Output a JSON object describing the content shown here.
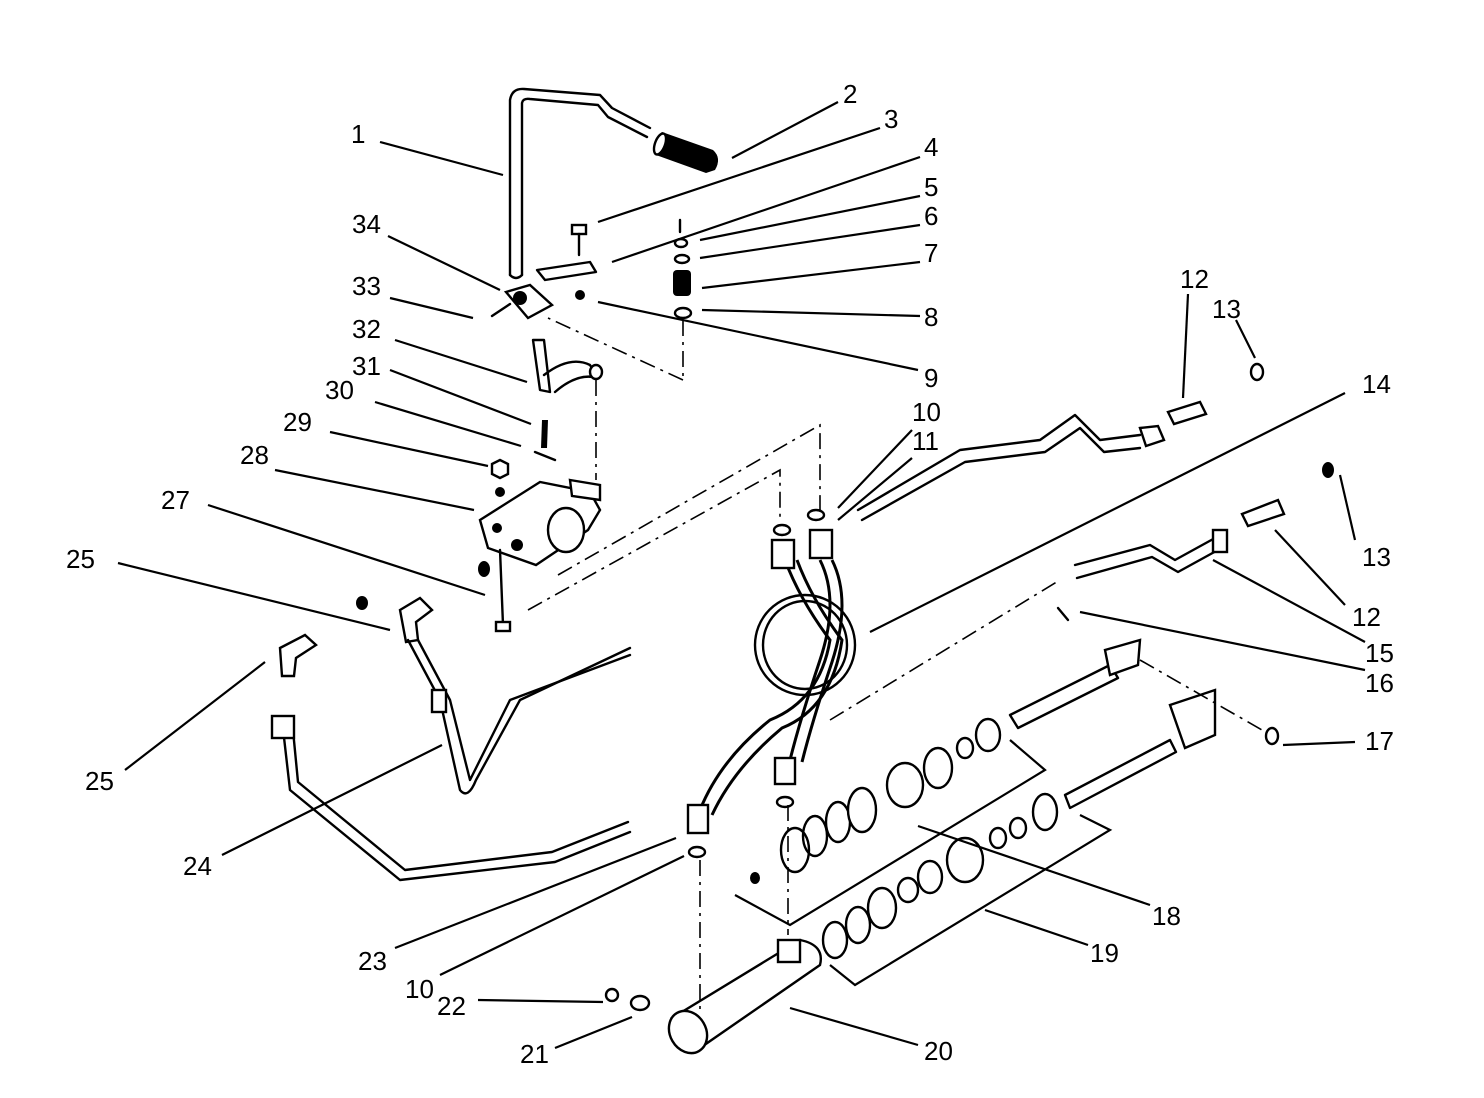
{
  "callouts": [
    {
      "id": "c1",
      "text": "1"
    },
    {
      "id": "c2",
      "text": "2"
    },
    {
      "id": "c3",
      "text": "3"
    },
    {
      "id": "c4",
      "text": "4"
    },
    {
      "id": "c5",
      "text": "5"
    },
    {
      "id": "c6",
      "text": "6"
    },
    {
      "id": "c7",
      "text": "7"
    },
    {
      "id": "c8",
      "text": "8"
    },
    {
      "id": "c9",
      "text": "9"
    },
    {
      "id": "c10a",
      "text": "10"
    },
    {
      "id": "c10b",
      "text": "10"
    },
    {
      "id": "c11",
      "text": "11"
    },
    {
      "id": "c12a",
      "text": "12"
    },
    {
      "id": "c12b",
      "text": "12"
    },
    {
      "id": "c13a",
      "text": "13"
    },
    {
      "id": "c13b",
      "text": "13"
    },
    {
      "id": "c14",
      "text": "14"
    },
    {
      "id": "c15",
      "text": "15"
    },
    {
      "id": "c16",
      "text": "16"
    },
    {
      "id": "c17",
      "text": "17"
    },
    {
      "id": "c18",
      "text": "18"
    },
    {
      "id": "c19",
      "text": "19"
    },
    {
      "id": "c20",
      "text": "20"
    },
    {
      "id": "c21",
      "text": "21"
    },
    {
      "id": "c22",
      "text": "22"
    },
    {
      "id": "c23",
      "text": "23"
    },
    {
      "id": "c24",
      "text": "24"
    },
    {
      "id": "c25a",
      "text": "25"
    },
    {
      "id": "c25b",
      "text": "25"
    },
    {
      "id": "c27",
      "text": "27"
    },
    {
      "id": "c28",
      "text": "28"
    },
    {
      "id": "c29",
      "text": "29"
    },
    {
      "id": "c30",
      "text": "30"
    },
    {
      "id": "c31",
      "text": "31"
    },
    {
      "id": "c32",
      "text": "32"
    },
    {
      "id": "c33",
      "text": "33"
    },
    {
      "id": "c34",
      "text": "34"
    }
  ]
}
